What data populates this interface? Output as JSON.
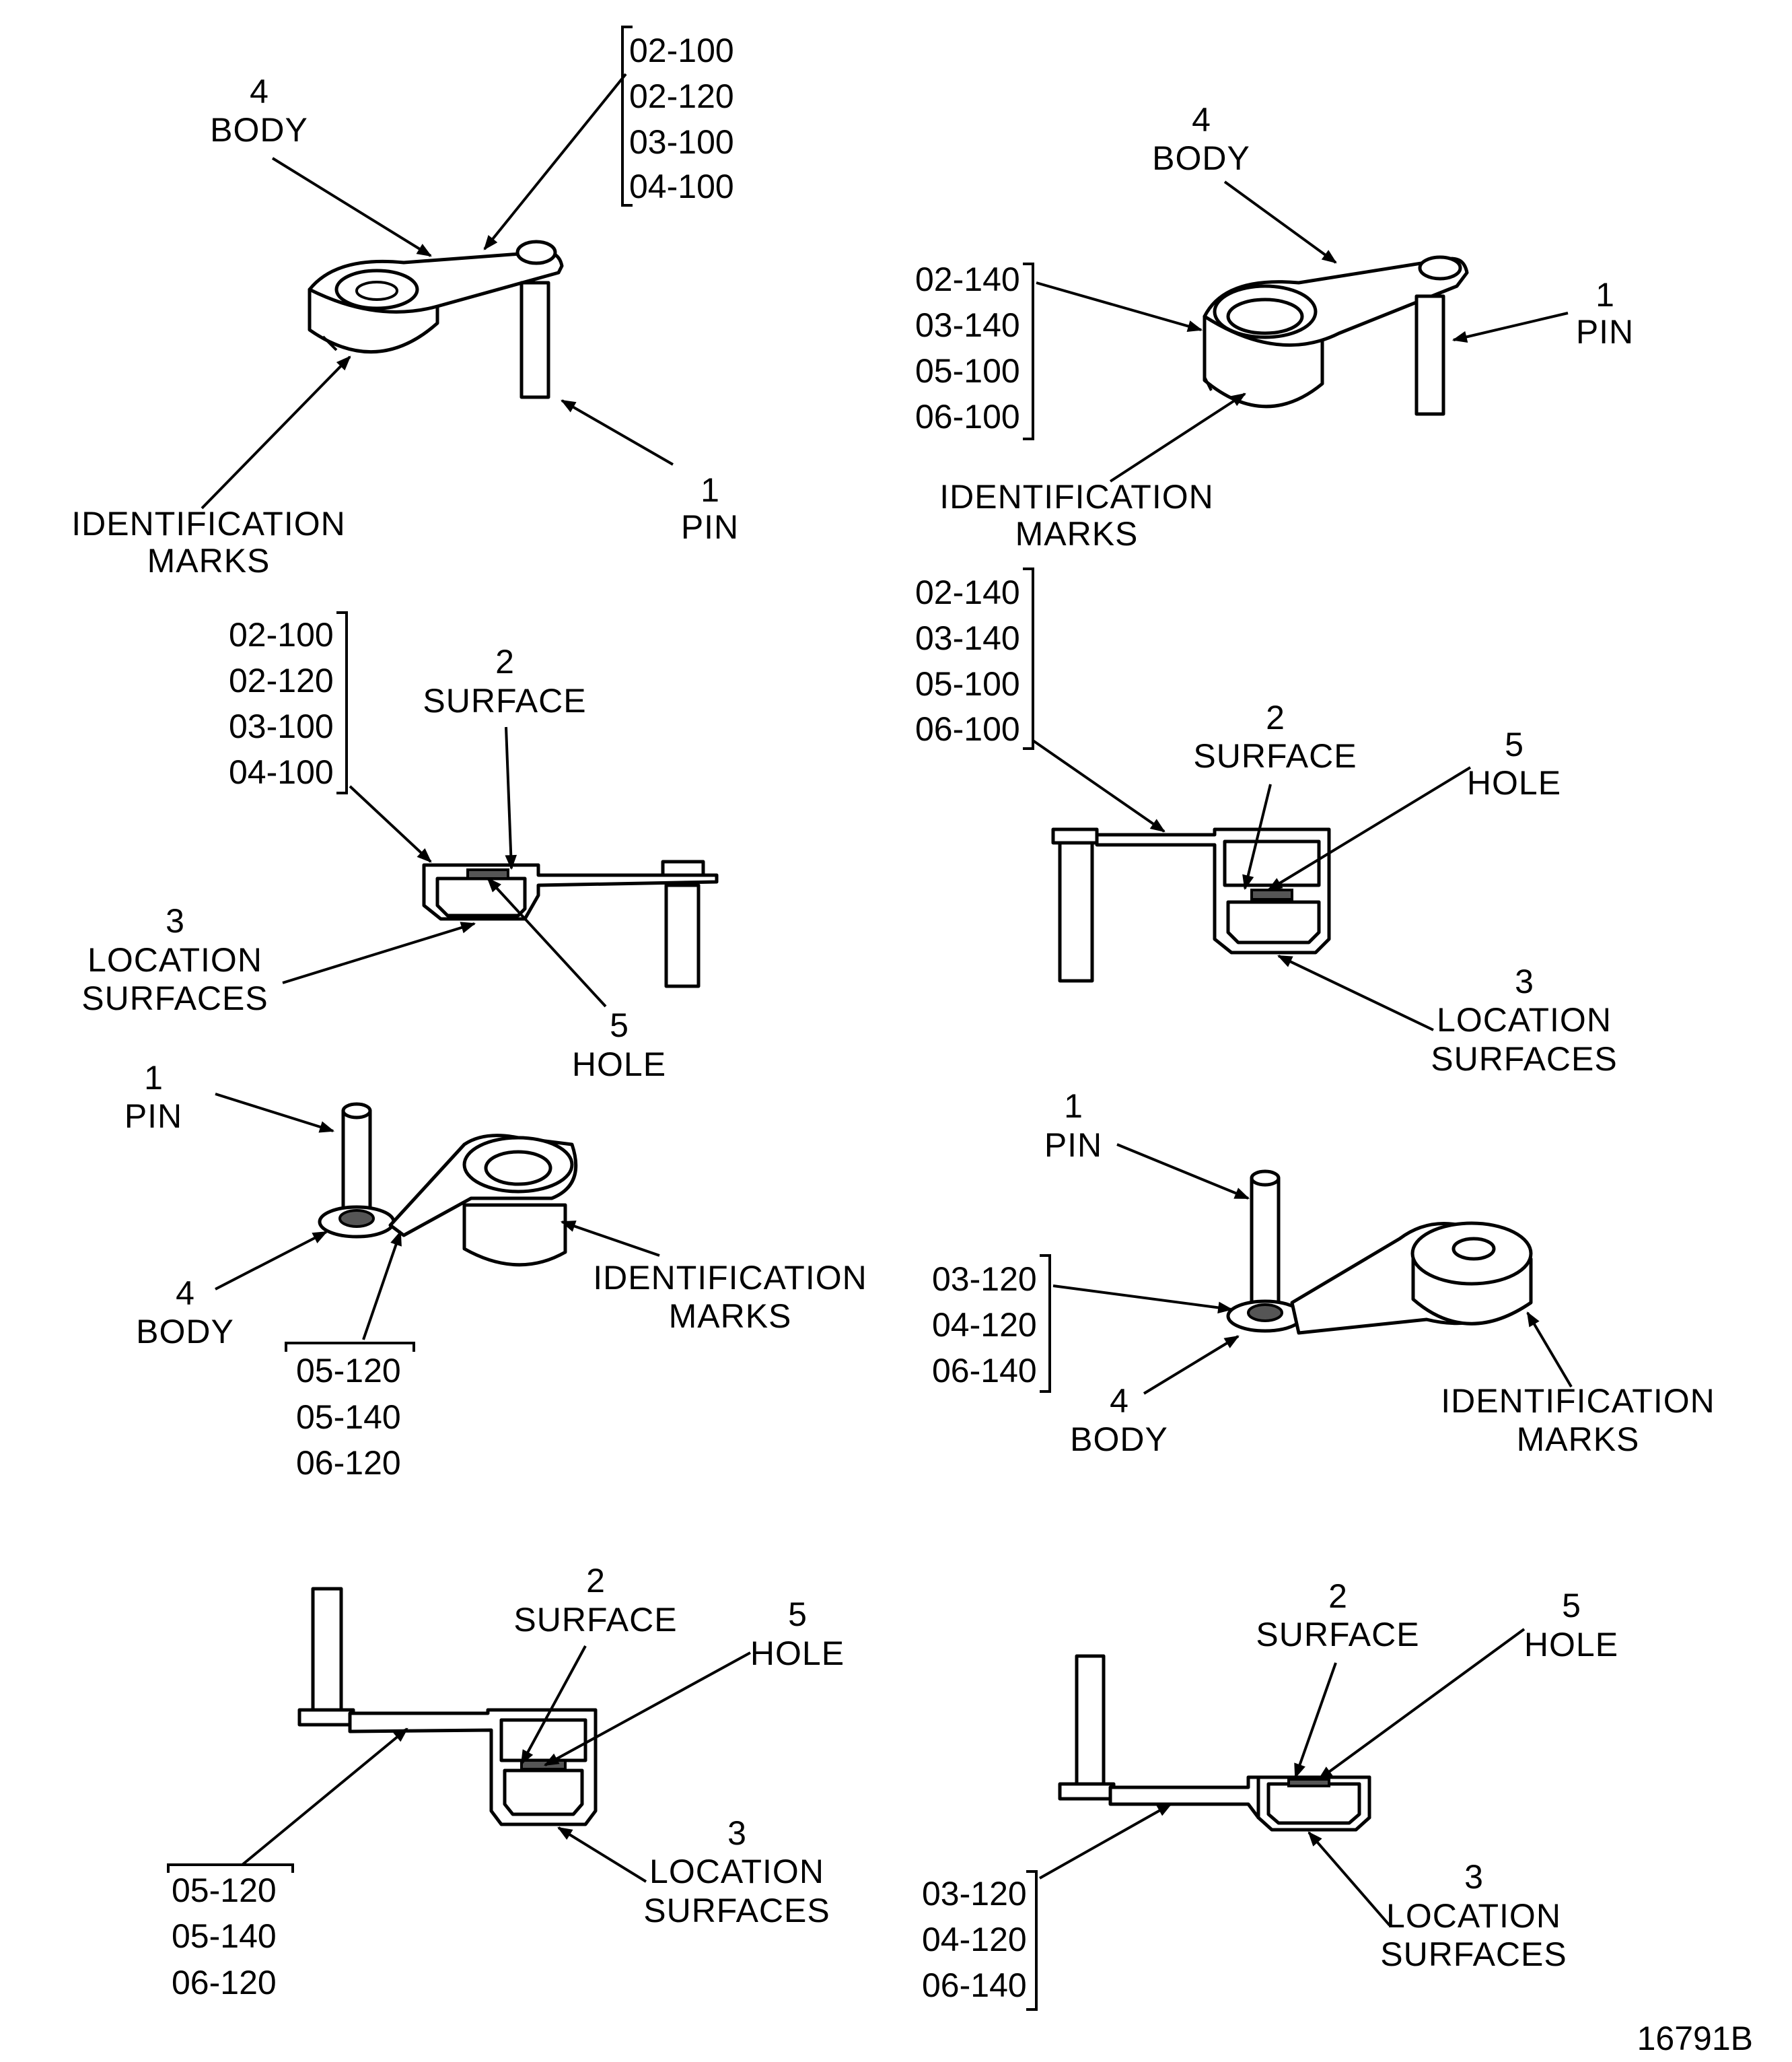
{
  "figure_id": "16791B",
  "views": [
    {
      "id": "v1",
      "codes": [
        "02-100",
        "02-120",
        "03-100",
        "04-100"
      ],
      "callouts": {
        "body": [
          "4",
          "BODY"
        ],
        "pin": [
          "1",
          "PIN"
        ],
        "marks": [
          "IDENTIFICATION",
          "MARKS"
        ]
      }
    },
    {
      "id": "v2",
      "codes": [
        "02-140",
        "03-140",
        "05-100",
        "06-100"
      ],
      "callouts": {
        "body": [
          "4",
          "BODY"
        ],
        "pin": [
          "1",
          "PIN"
        ],
        "marks": [
          "IDENTIFICATION",
          "MARKS"
        ]
      }
    },
    {
      "id": "v3",
      "codes": [
        "02-100",
        "02-120",
        "03-100",
        "04-100"
      ],
      "callouts": {
        "surface": [
          "2",
          "SURFACE"
        ],
        "location": [
          "3",
          "LOCATION",
          "SURFACES"
        ],
        "hole": [
          "5",
          "HOLE"
        ]
      }
    },
    {
      "id": "v4",
      "codes": [
        "02-140",
        "03-140",
        "05-100",
        "06-100"
      ],
      "callouts": {
        "surface": [
          "2",
          "SURFACE"
        ],
        "hole": [
          "5",
          "HOLE"
        ],
        "location": [
          "3",
          "LOCATION",
          "SURFACES"
        ]
      }
    },
    {
      "id": "v5",
      "codes": [
        "05-120",
        "05-140",
        "06-120"
      ],
      "callouts": {
        "pin": [
          "1",
          "PIN"
        ],
        "body": [
          "4",
          "BODY"
        ],
        "marks": [
          "IDENTIFICATION",
          "MARKS"
        ]
      }
    },
    {
      "id": "v6",
      "codes": [
        "03-120",
        "04-120",
        "06-140"
      ],
      "callouts": {
        "pin": [
          "1",
          "PIN"
        ],
        "body": [
          "4",
          "BODY"
        ],
        "marks": [
          "IDENTIFICATION",
          "MARKS"
        ]
      }
    },
    {
      "id": "v7",
      "codes": [
        "05-120",
        "05-140",
        "06-120"
      ],
      "callouts": {
        "surface": [
          "2",
          "SURFACE"
        ],
        "hole": [
          "5",
          "HOLE"
        ],
        "location": [
          "3",
          "LOCATION",
          "SURFACES"
        ]
      }
    },
    {
      "id": "v8",
      "codes": [
        "03-120",
        "04-120",
        "06-140"
      ],
      "callouts": {
        "surface": [
          "2",
          "SURFACE"
        ],
        "hole": [
          "5",
          "HOLE"
        ],
        "location": [
          "3",
          "LOCATION",
          "SURFACES"
        ]
      }
    }
  ]
}
